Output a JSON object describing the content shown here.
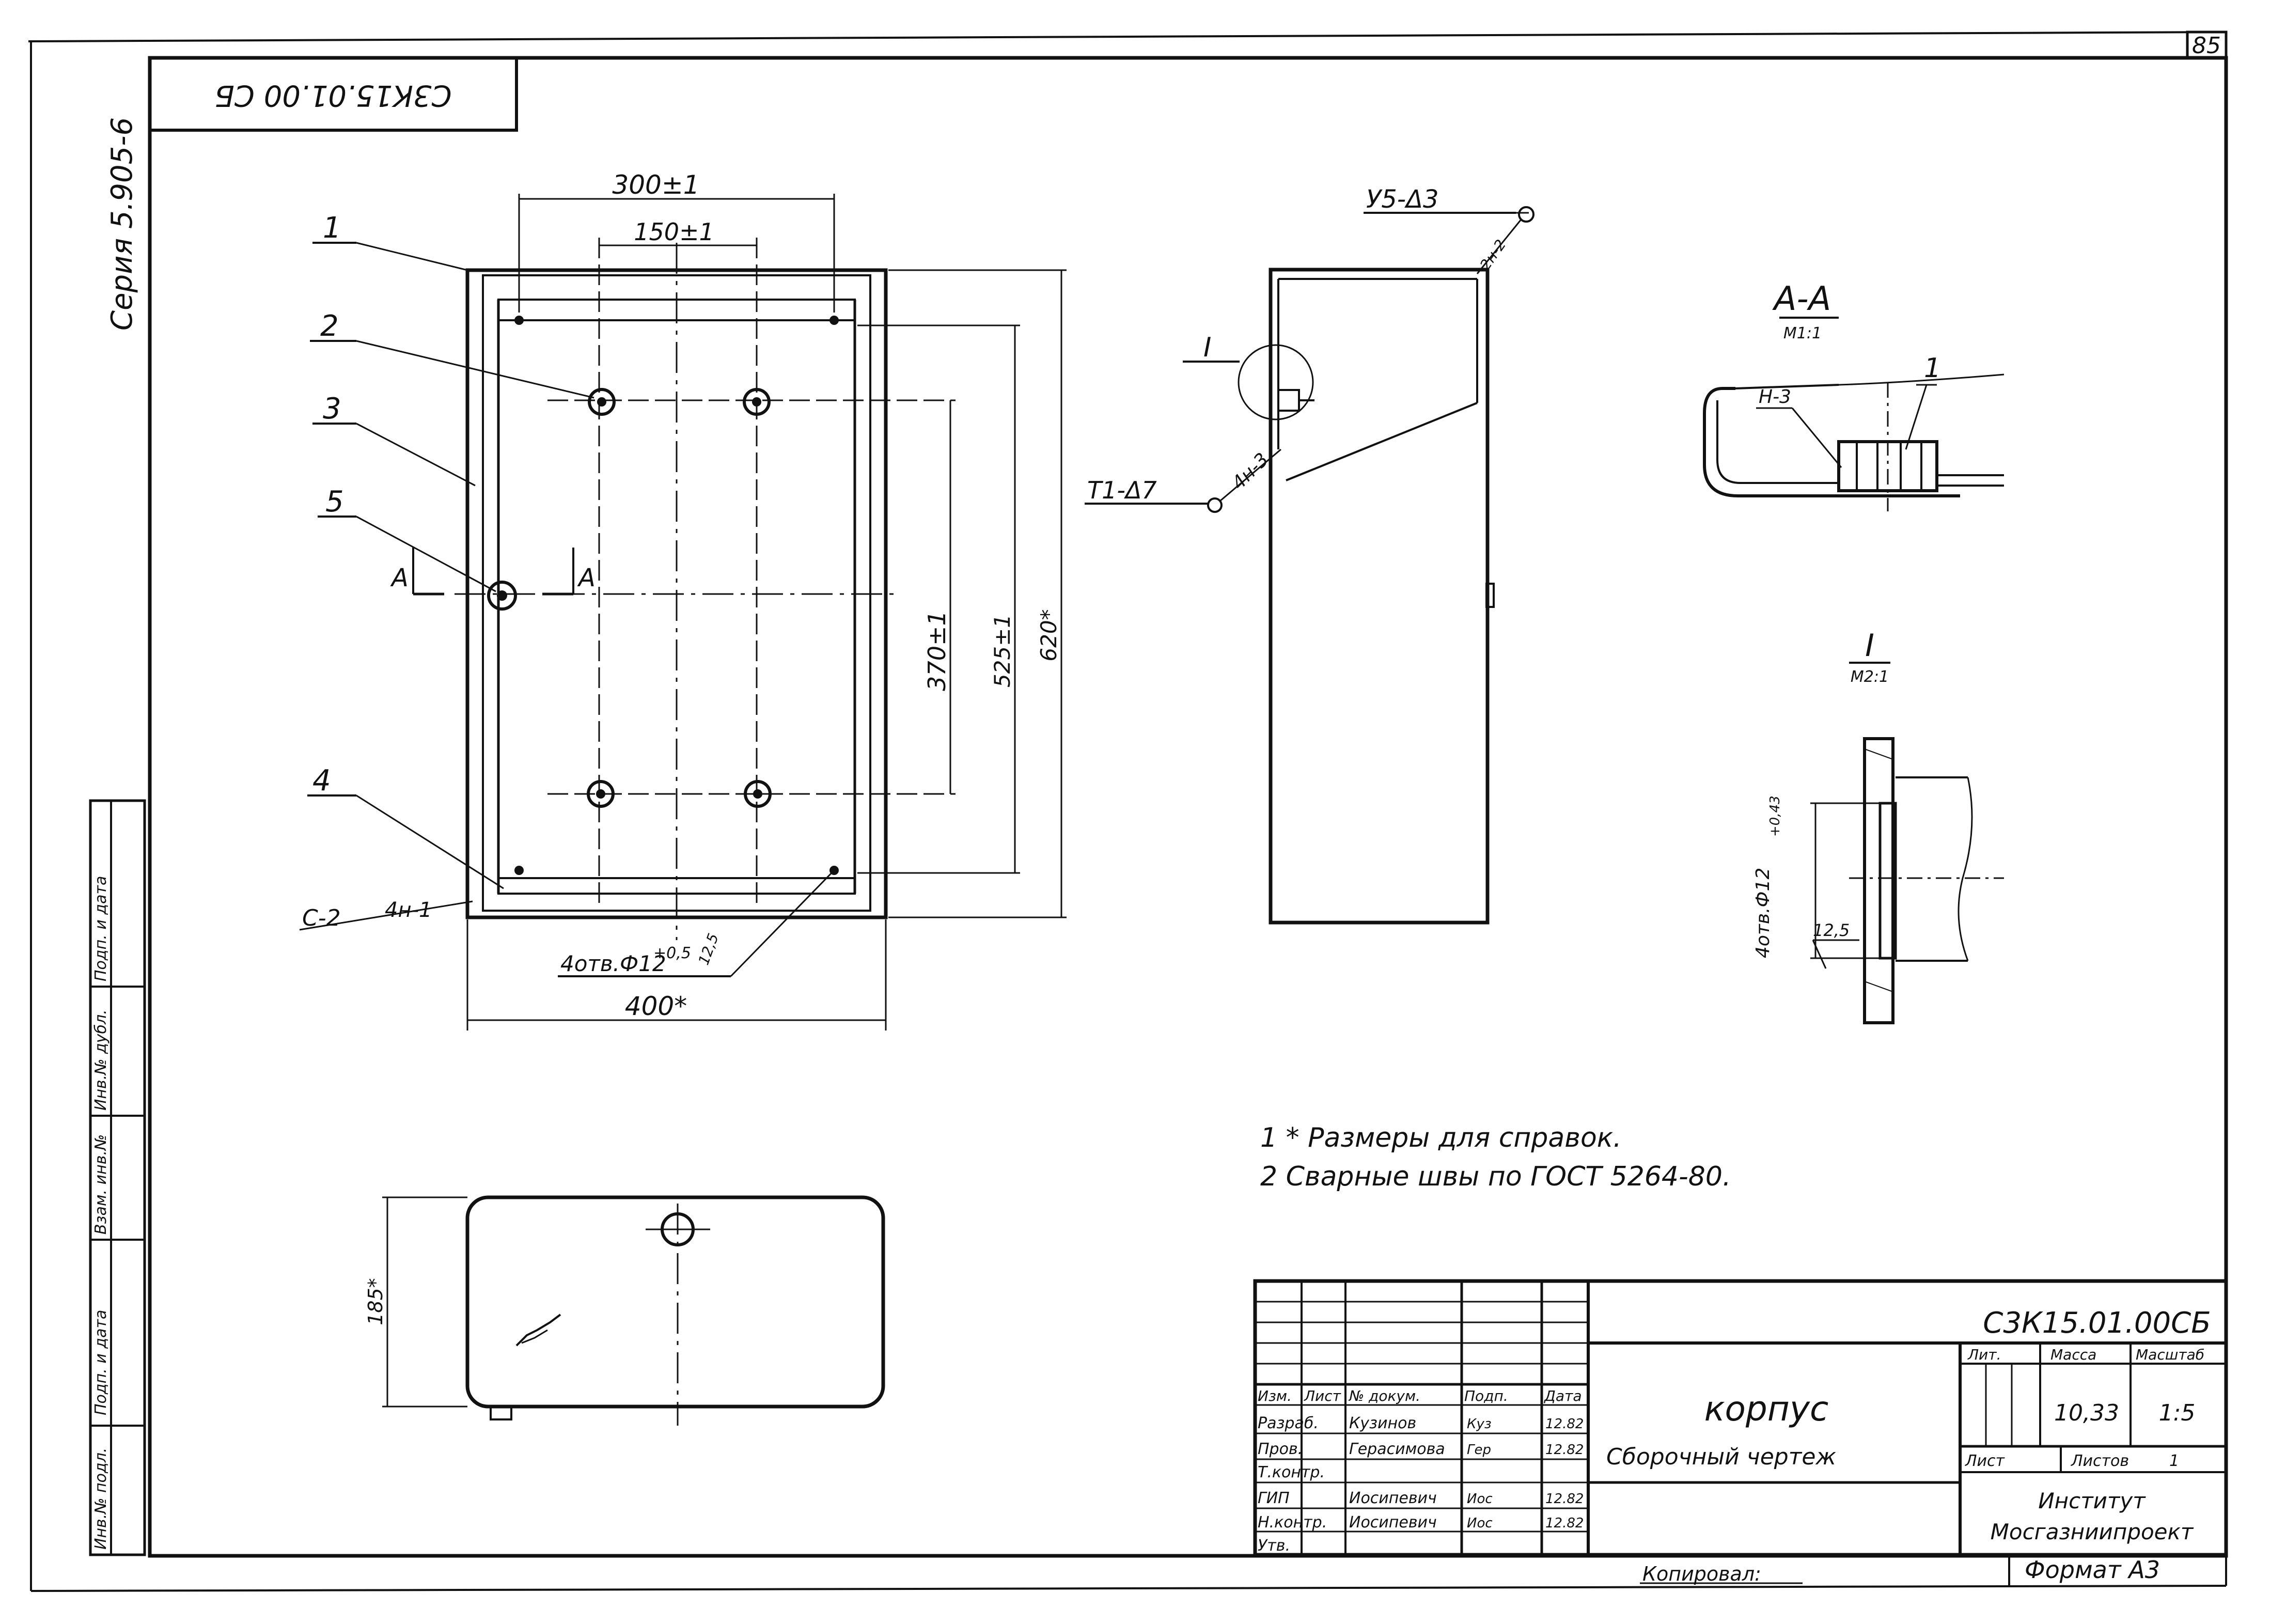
{
  "sheet": {
    "page_number": "85",
    "series_label": "Серия 5.905-6",
    "mirrored_code": "С3К15.01.00 СБ",
    "format_label": "Формат А3",
    "copied_label": "Копировал:"
  },
  "front_view": {
    "dim_300": "300±1",
    "dim_150": "150±1",
    "dim_370": "370±1",
    "dim_525": "525±1",
    "dim_620": "620*",
    "dim_400": "400*",
    "hole_callout": "4отв.Ф12",
    "hole_tol": "+0,5",
    "rough": "12,5",
    "pos_1": "1",
    "pos_2": "2",
    "pos_3": "3",
    "pos_4": "4",
    "pos_5": "5",
    "section_mark": "А",
    "weld_c2": "С-2",
    "weld_4n1": "4н-1"
  },
  "side_view": {
    "weld_top": "У5-Δ3",
    "weld_top_sub": "2н-2",
    "weld_t1": "Т1-Δ7",
    "weld_4n3": "4н-3",
    "detail_mark": "I"
  },
  "section_aa": {
    "title": "А-А",
    "scale": "М1:1",
    "weld": "Н-3",
    "pos": "1"
  },
  "detail_i": {
    "title": "I",
    "scale": "М2:1",
    "hole": "4отв.Ф12",
    "tol": "+0,43",
    "rough": "12,5"
  },
  "bottom_view": {
    "dim_185": "185*"
  },
  "notes": [
    "1 * Размеры для справок.",
    "2 Сварные швы по ГОСТ 5264-80."
  ],
  "side_stamp": [
    "Инв.№ подл.",
    "Подп. и дата",
    "Взам. инв.№",
    "Инв.№ дубл.",
    "Подп. и дата"
  ],
  "title_block": {
    "code": "С3К15.01.00СБ",
    "name": "корпус",
    "doc_type": "Сборочный чертеж",
    "hdr_izm": "Изм.",
    "hdr_list": "Лист",
    "hdr_doc": "№ докум.",
    "hdr_sign": "Подп.",
    "hdr_date": "Дата",
    "r1_role": "Разраб.",
    "r1_name": "Кузинов",
    "r1_sign": "Куз",
    "r1_date": "12.82",
    "r2_role": "Пров.",
    "r2_name": "Герасимова",
    "r2_sign": "Гер",
    "r2_date": "12.82",
    "r3_role": "Т.контр.",
    "r4_role": "ГИП",
    "r4_name": "Иосипевич",
    "r4_sign": "Иос",
    "r4_date": "12.82",
    "r5_role": "Н.контр.",
    "r5_name": "Иосипевич",
    "r5_sign": "Иос",
    "r5_date": "12.82",
    "r6_role": "Утв.",
    "lit_label": "Лит.",
    "mass_label": "Масса",
    "scale_label": "Масштаб",
    "mass_value": "10,33",
    "scale_value": "1:5",
    "sheet_label": "Лист",
    "sheets_label": "Листов",
    "sheets_value": "1",
    "org_line1": "Институт",
    "org_line2": "Мосгазниипроект"
  }
}
